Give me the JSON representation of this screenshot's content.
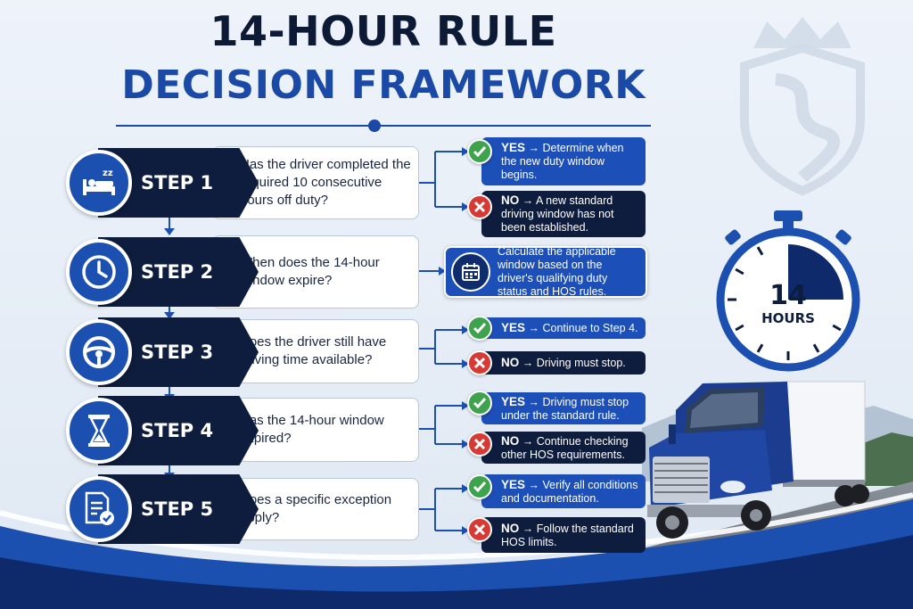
{
  "title": {
    "line1": "14-HOUR RULE",
    "line2": "DECISION FRAMEWORK"
  },
  "steps": [
    {
      "label": "STEP 1",
      "icon": "bed-icon",
      "question": "Has the driver completed the required 10 consecutive hours off duty?",
      "answers": [
        {
          "kind": "yes",
          "lead": "YES",
          "text": "Determine when the new duty window begins."
        },
        {
          "kind": "no",
          "lead": "NO",
          "text": "A new standard driving window has not been established."
        }
      ]
    },
    {
      "label": "STEP 2",
      "icon": "clock-icon",
      "question": "When does the 14-hour window expire?",
      "result": "Calculate the applicable window based on the driver's qualifying duty status and HOS rules."
    },
    {
      "label": "STEP 3",
      "icon": "steering-wheel-icon",
      "question": "Does the driver still have driving time available?",
      "answers": [
        {
          "kind": "yes",
          "lead": "YES",
          "text": "Continue to Step 4."
        },
        {
          "kind": "no",
          "lead": "NO",
          "text": "Driving must stop."
        }
      ]
    },
    {
      "label": "STEP 4",
      "icon": "hourglass-icon",
      "question": "Has the 14-hour window expired?",
      "answers": [
        {
          "kind": "yes",
          "lead": "YES",
          "text": "Driving must stop under the standard rule."
        },
        {
          "kind": "no",
          "lead": "NO",
          "text": "Continue checking other HOS requirements."
        }
      ]
    },
    {
      "label": "STEP 5",
      "icon": "checklist-icon",
      "question": "Does a specific exception apply?",
      "answers": [
        {
          "kind": "yes",
          "lead": "YES",
          "text": "Verify all conditions and documentation."
        },
        {
          "kind": "no",
          "lead": "NO",
          "text": "Follow the standard HOS limits."
        }
      ]
    }
  ],
  "arrow": "→",
  "timer": {
    "number": "14",
    "unit": "HOURS",
    "filled_fraction": 0.25
  },
  "colors": {
    "navy": "#0e1d3d",
    "blue": "#1d4fb8",
    "yes_green": "#3fa34d",
    "no_red": "#d73a34"
  }
}
